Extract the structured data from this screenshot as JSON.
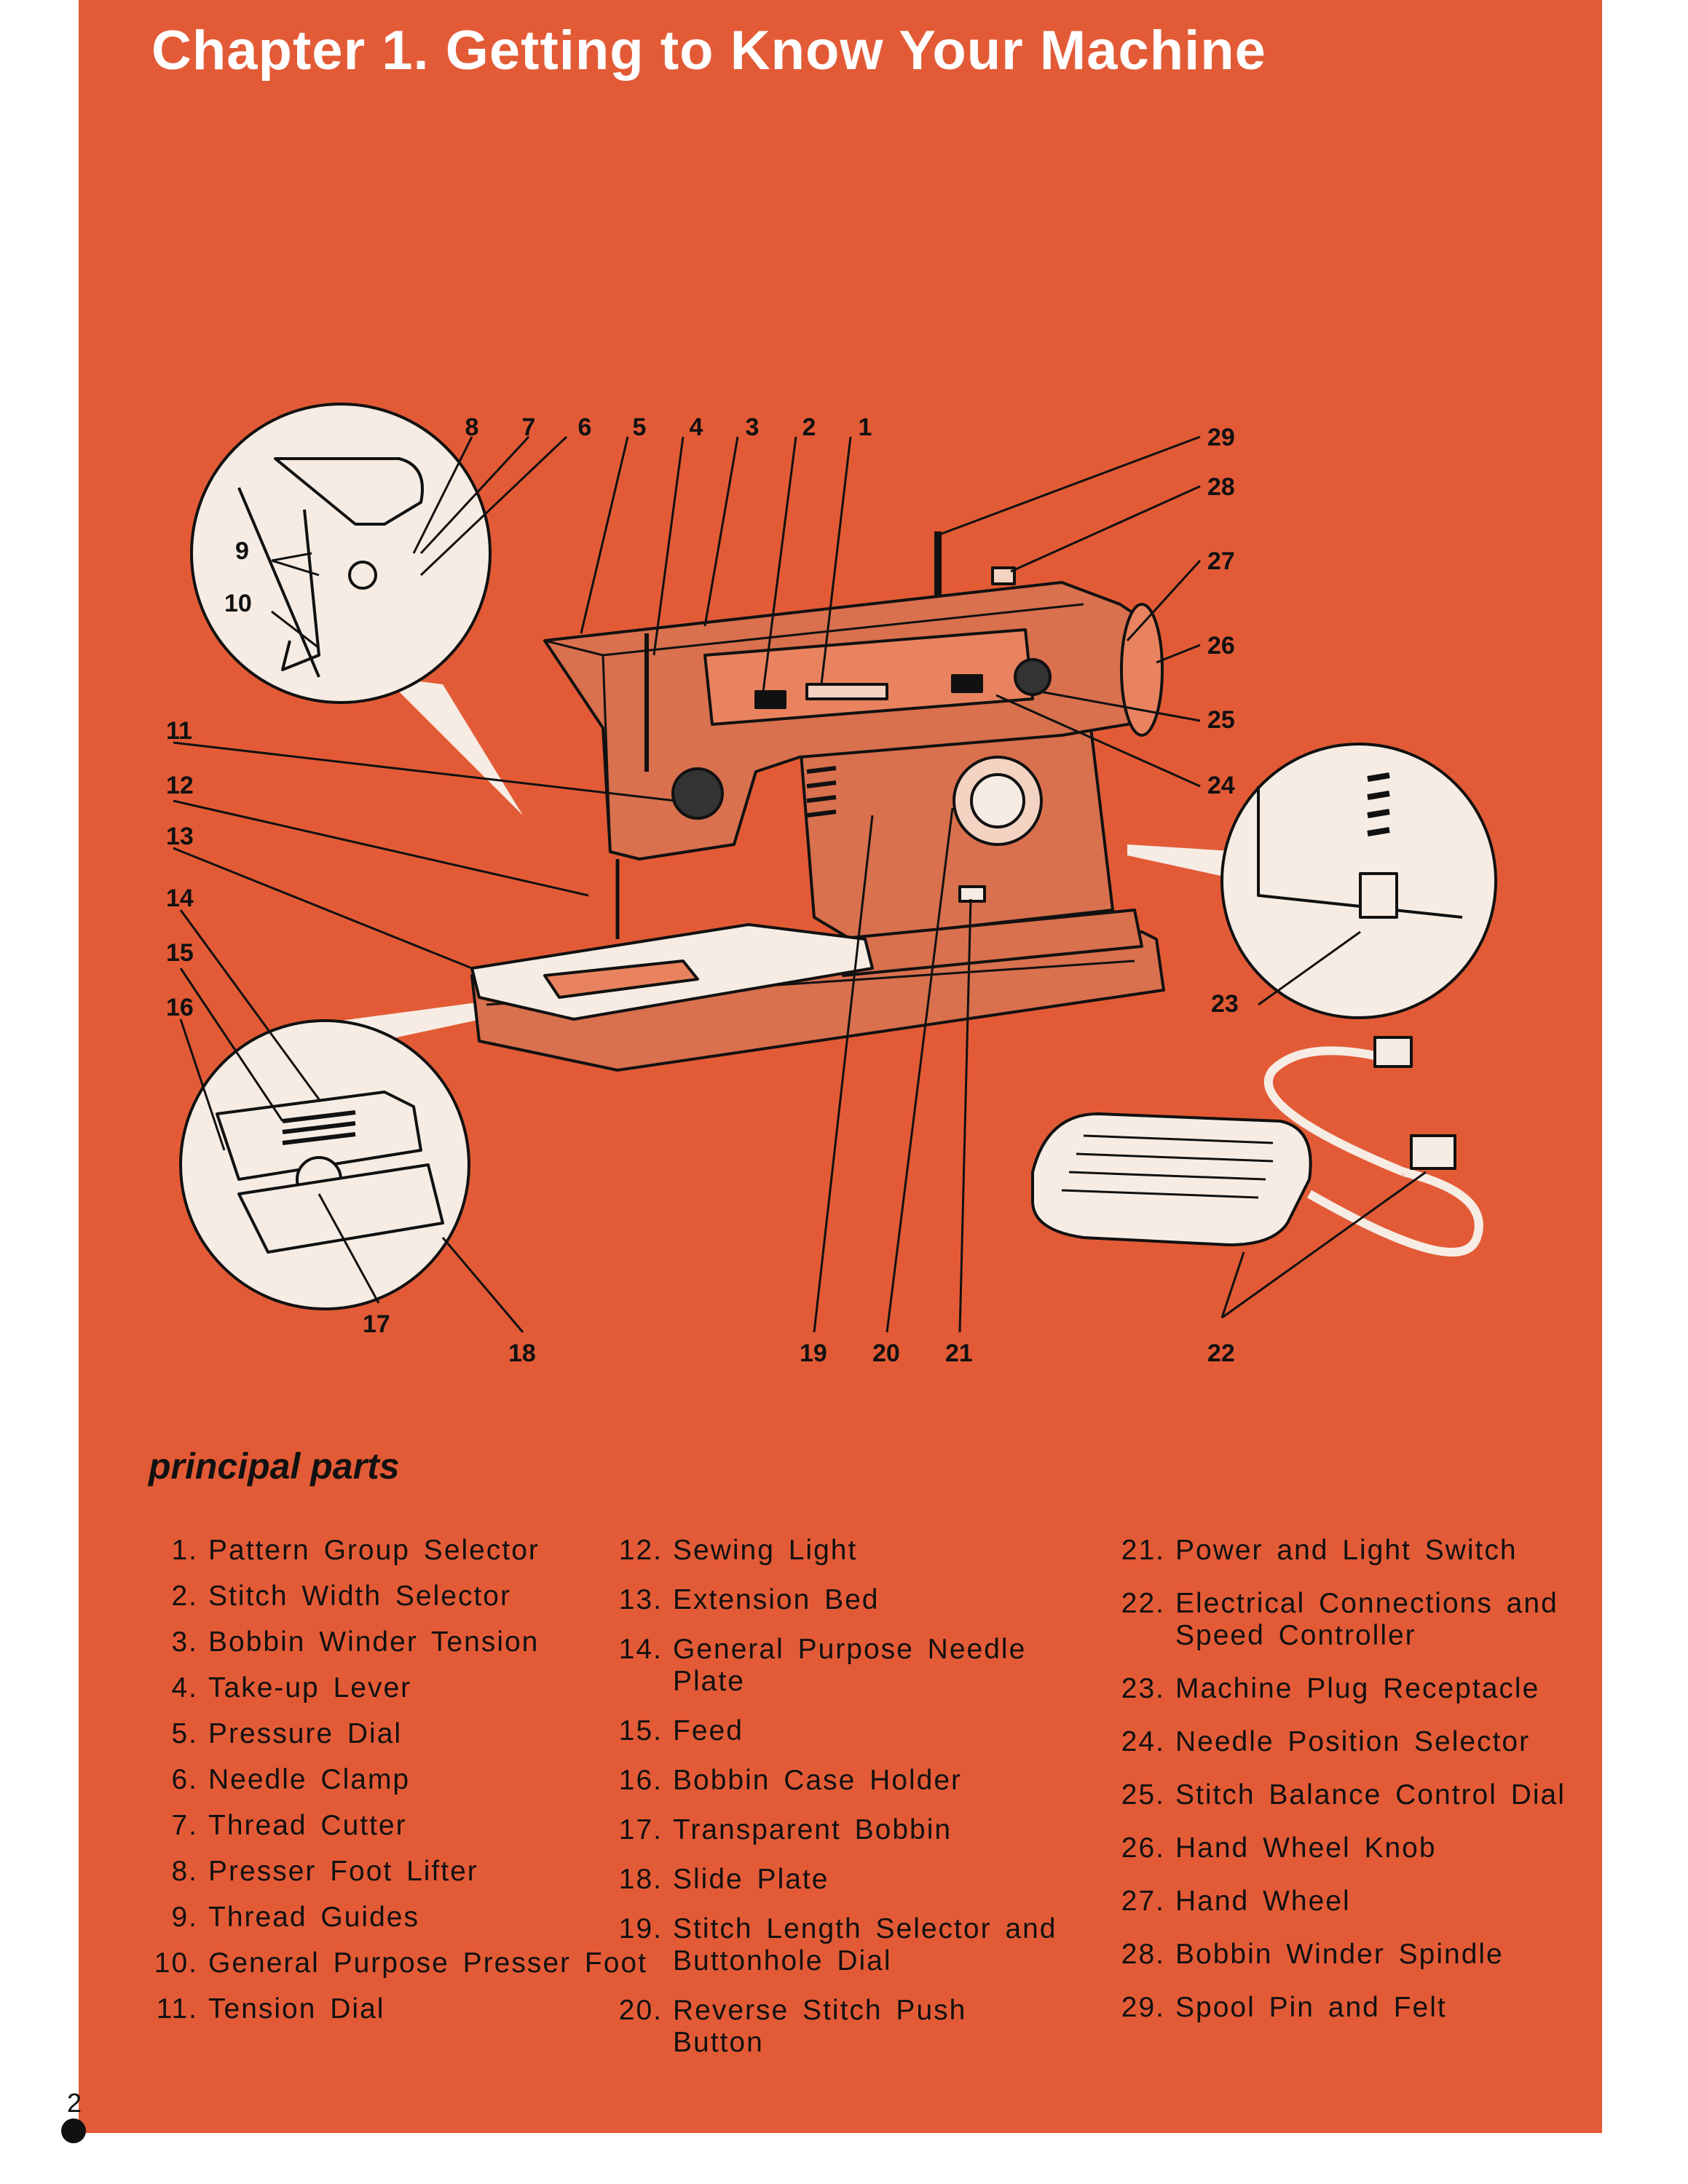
{
  "title": "Chapter 1. Getting to Know Your Machine",
  "section_heading": "principal parts",
  "diagram_labels": [
    "8",
    "7",
    "6",
    "5",
    "4",
    "3",
    "2",
    "1",
    "29",
    "28",
    "27",
    "26",
    "25",
    "24",
    "9",
    "10",
    "11",
    "12",
    "13",
    "14",
    "15",
    "16",
    "17",
    "18",
    "19",
    "20",
    "21",
    "22",
    "23"
  ],
  "parts": [
    {
      "num": "1.",
      "name": "Pattern Group Selector"
    },
    {
      "num": "2.",
      "name": "Stitch Width Selector"
    },
    {
      "num": "3.",
      "name": "Bobbin Winder Tension"
    },
    {
      "num": "4.",
      "name": "Take-up Lever"
    },
    {
      "num": "5.",
      "name": "Pressure Dial"
    },
    {
      "num": "6.",
      "name": "Needle Clamp"
    },
    {
      "num": "7.",
      "name": "Thread Cutter"
    },
    {
      "num": "8.",
      "name": "Presser Foot Lifter"
    },
    {
      "num": "9.",
      "name": "Thread Guides"
    },
    {
      "num": "10.",
      "name": "General Purpose Presser Foot"
    },
    {
      "num": "11.",
      "name": "Tension Dial"
    },
    {
      "num": "12.",
      "name": "Sewing Light"
    },
    {
      "num": "13.",
      "name": "Extension Bed"
    },
    {
      "num": "14.",
      "name": "General Purpose Needle Plate"
    },
    {
      "num": "15.",
      "name": "Feed"
    },
    {
      "num": "16.",
      "name": "Bobbin Case Holder"
    },
    {
      "num": "17.",
      "name": "Transparent Bobbin"
    },
    {
      "num": "18.",
      "name": "Slide Plate"
    },
    {
      "num": "19.",
      "name": "Stitch Length Selector and Buttonhole Dial"
    },
    {
      "num": "20.",
      "name": "Reverse Stitch Push Button"
    },
    {
      "num": "21.",
      "name": "Power and Light Switch"
    },
    {
      "num": "22.",
      "name": "Electrical Connections and Speed Controller"
    },
    {
      "num": "23.",
      "name": "Machine Plug Receptacle"
    },
    {
      "num": "24.",
      "name": "Needle Position Selector"
    },
    {
      "num": "25.",
      "name": "Stitch Balance Control Dial"
    },
    {
      "num": "26.",
      "name": "Hand Wheel Knob"
    },
    {
      "num": "27.",
      "name": "Hand Wheel"
    },
    {
      "num": "28.",
      "name": "Bobbin Winder Spindle"
    },
    {
      "num": "29.",
      "name": "Spool Pin and Felt"
    }
  ],
  "page_number": "2",
  "colors": {
    "page_background": "#e35b36",
    "machine_body": "#d9704e",
    "ink": "#111111",
    "title_text": "#ffffff"
  }
}
